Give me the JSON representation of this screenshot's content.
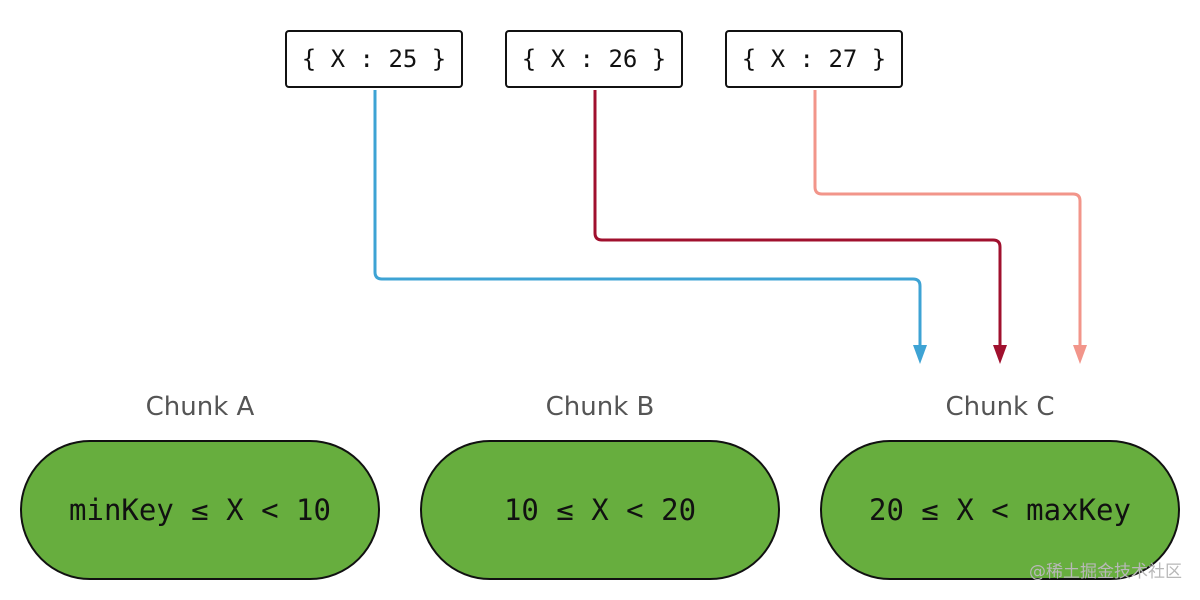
{
  "colors": {
    "chunk_fill": "#67ae3e",
    "arrow_doc_1": "#3ea3d4",
    "arrow_doc_2": "#a0102e",
    "arrow_doc_3": "#f2958a"
  },
  "documents": [
    {
      "label": "{ X : 25 }"
    },
    {
      "label": "{ X : 26 }"
    },
    {
      "label": "{ X : 27 }"
    }
  ],
  "chunks": [
    {
      "name": "Chunk A",
      "range": "minKey ≤ X < 10"
    },
    {
      "name": "Chunk B",
      "range": "10 ≤ X < 20"
    },
    {
      "name": "Chunk C",
      "range": "20 ≤ X < maxKey"
    }
  ],
  "watermark": "@稀土掘金技术社区"
}
